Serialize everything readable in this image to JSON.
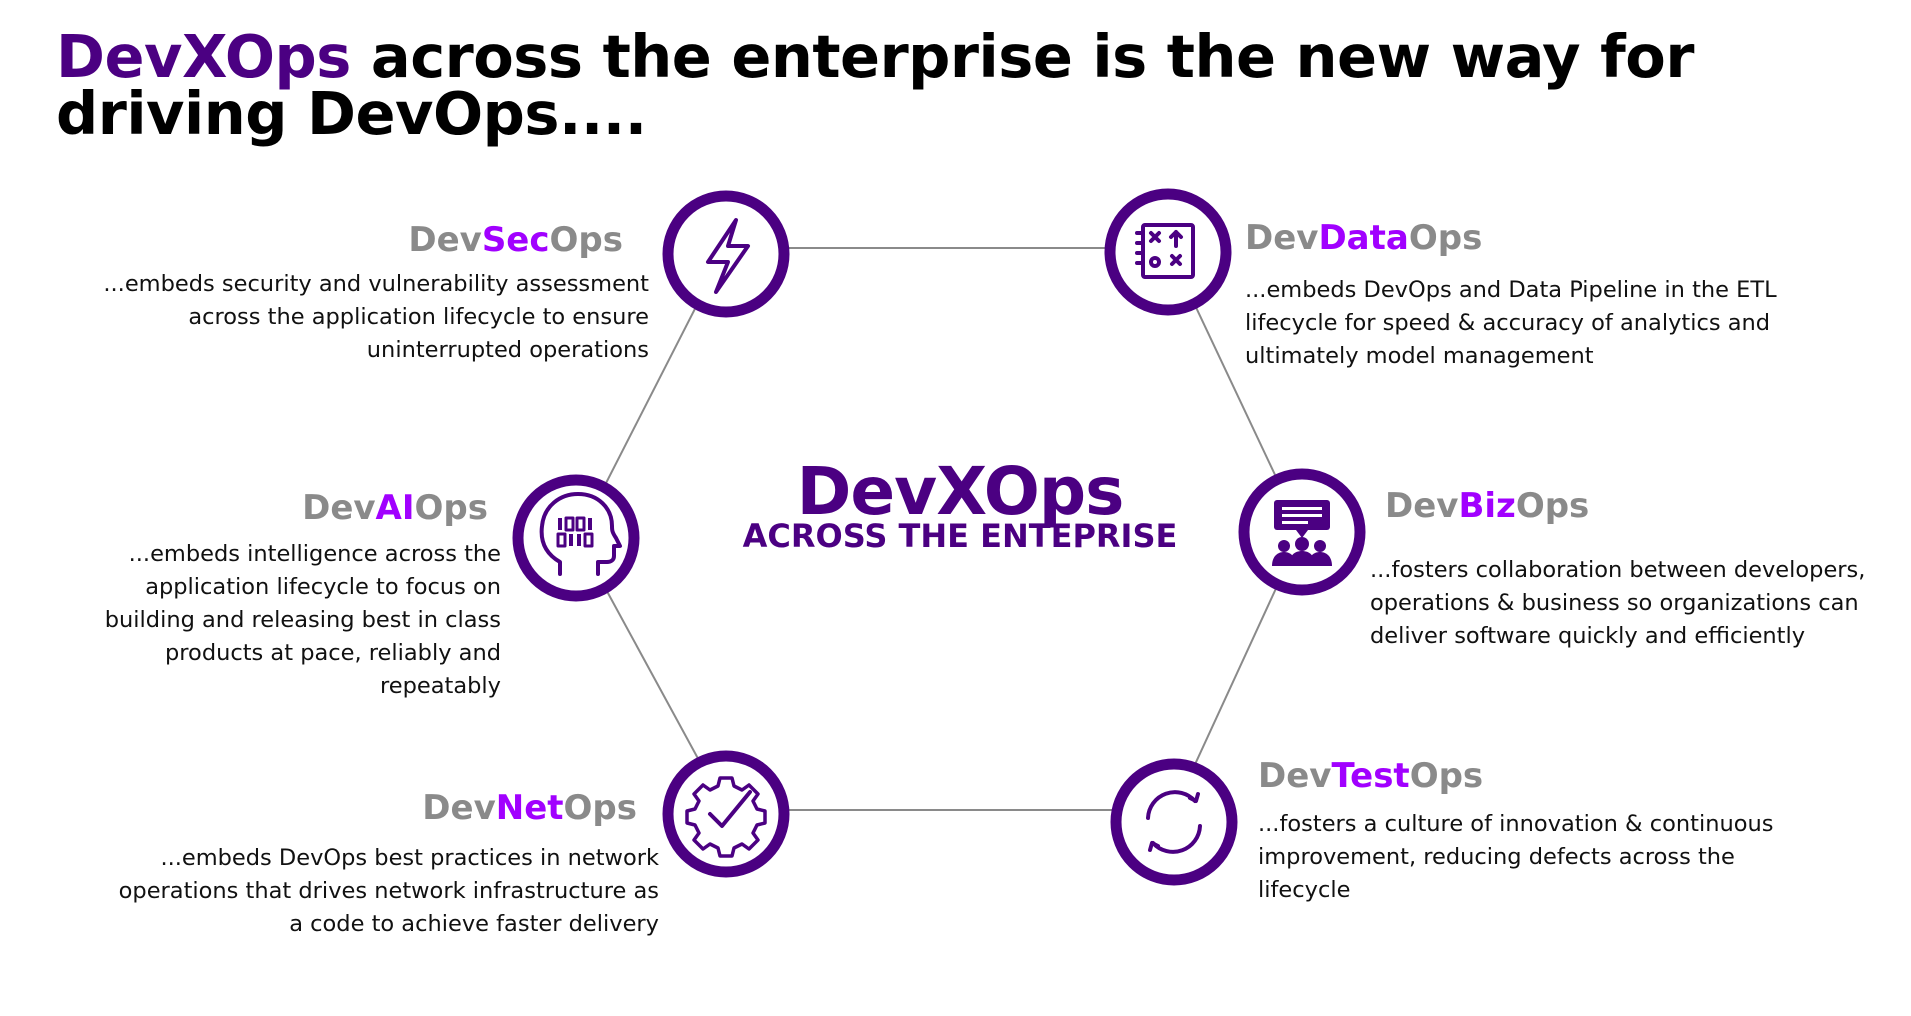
{
  "title": {
    "accent": "DevXOps",
    "rest": " across the enterprise is the new way for driving DevOps...."
  },
  "center": {
    "title": "DevXOps",
    "subtitle": "ACROSS THE ENTEPRISE"
  },
  "nodes": {
    "sec": {
      "prefix": "Dev",
      "highlight": "Sec",
      "suffix": "Ops",
      "description": "...embeds security and vulnerability assessment across the application lifecycle to ensure uninterrupted operations",
      "icon": "lightning-bolt-icon"
    },
    "data": {
      "prefix": "Dev",
      "highlight": "Data",
      "suffix": "Ops",
      "description": "...embeds DevOps and Data Pipeline in the ETL lifecycle for speed & accuracy of analytics and ultimately model management",
      "icon": "strategy-board-icon"
    },
    "ai": {
      "prefix": "Dev",
      "highlight": "AI",
      "suffix": "Ops",
      "description": "...embeds intelligence across the application lifecycle to focus on building and releasing best in class products at pace, reliably and repeatably",
      "icon": "binary-head-icon"
    },
    "biz": {
      "prefix": "Dev",
      "highlight": "Biz",
      "suffix": "Ops",
      "description": "...fosters collaboration between developers, operations & business so organizations can deliver software quickly and efficiently",
      "icon": "team-presentation-icon"
    },
    "net": {
      "prefix": "Dev",
      "highlight": "Net",
      "suffix": "Ops",
      "description": "...embeds DevOps best practices in network operations that drives network infrastructure as a code to achieve faster delivery",
      "icon": "gear-check-icon"
    },
    "test": {
      "prefix": "Dev",
      "highlight": "Test",
      "suffix": "Ops",
      "description": "...fosters a culture of innovation & continuous improvement, reducing defects across the lifecycle",
      "icon": "refresh-cycle-icon"
    }
  },
  "colors": {
    "primary_purple": "#4b0082",
    "highlight_purple": "#a100ff",
    "label_gray": "#8a8a8a",
    "connector_gray": "#8a8a8a",
    "text_black": "#111111"
  }
}
